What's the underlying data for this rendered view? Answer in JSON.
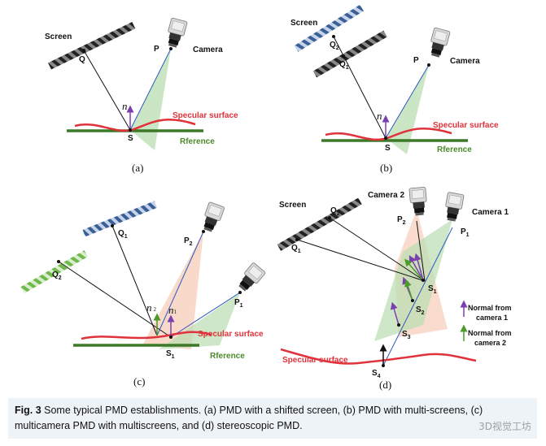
{
  "labels": {
    "screen": "Screen",
    "camera": "Camera",
    "camera1": "Camera 1",
    "camera2": "Camera 2",
    "specular": "Specular surface",
    "reference": "Rference",
    "normal_cam1_line1": "Normal  from",
    "normal_cam1_line2": "camera 1",
    "normal_cam2_line1": "Normal  from",
    "normal_cam2_line2": "camera 2"
  },
  "points": {
    "q": "Q",
    "p": "P",
    "s": "S",
    "q1": "Q",
    "q2": "Q",
    "p1": "P",
    "p2": "P",
    "s1": "S",
    "s2": "S",
    "s3": "S",
    "s4": "S",
    "n": "n"
  },
  "panels": {
    "a": "(a)",
    "b": "(b)",
    "c": "(c)",
    "d": "(d)"
  },
  "caption": {
    "fig": "Fig. 3",
    "text": " Some typical PMD establishments. (a) PMD with a shifted screen, (b) PMD with multi-screens, (c) multicamera PMD with multiscreens, and (d) stereoscopic PMD."
  },
  "watermark": "3D视觉工坊",
  "colors": {
    "surface": "#e0323a",
    "reference": "#3c7a2a",
    "normal_cam1": "#7b3fb0",
    "normal_cam2": "#4c9a2a",
    "cone_green": "#b9ddb0",
    "cone_pink": "#f6c9b3",
    "ray": "#2b59c3"
  }
}
